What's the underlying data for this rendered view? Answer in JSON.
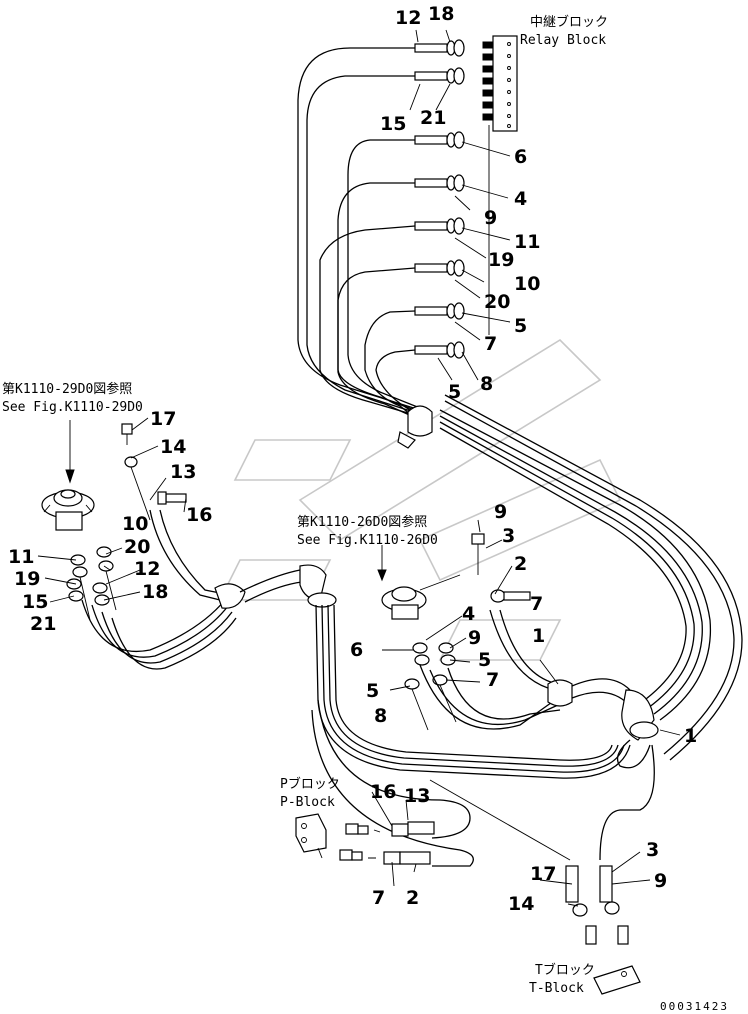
{
  "labels": {
    "relay_block_jp": "中継ブロック",
    "relay_block_en": "Relay Block",
    "see_fig_left_jp": "第K1110-29D0図参照",
    "see_fig_left_en": "See Fig.K1110-29D0",
    "see_fig_mid_jp": "第K1110-26D0図参照",
    "see_fig_mid_en": "See Fig.K1110-26D0",
    "p_block_jp": "Pブロック",
    "p_block_en": "P-Block",
    "t_block_jp": "Tブロック",
    "t_block_en": "T-Block",
    "drawing_number": "00031423"
  },
  "relay_callouts": {
    "n12": "12",
    "n18": "18",
    "n15": "15",
    "n21": "21",
    "n6": "6",
    "n4": "4",
    "n9": "9",
    "n11": "11",
    "n19": "19",
    "n10": "10",
    "n20": "20",
    "n5": "5",
    "n7": "7",
    "n5b": "5",
    "n8": "8"
  },
  "left_callouts": {
    "n17": "17",
    "n14": "14",
    "n13": "13",
    "n16": "16",
    "n10": "10",
    "n20": "20",
    "n12": "12",
    "n18": "18",
    "n11": "11",
    "n19": "19",
    "n15": "15",
    "n21": "21"
  },
  "mid_callouts": {
    "n9": "9",
    "n3": "3",
    "n2": "2",
    "n7": "7",
    "n4": "4",
    "n6": "6",
    "n9b": "9",
    "n5": "5",
    "n5b": "5",
    "n7b": "7",
    "n8": "8",
    "n1": "1",
    "n1b": "1"
  },
  "bottom_callouts": {
    "n16": "16",
    "n13": "13",
    "n7": "7",
    "n2": "2",
    "n17": "17",
    "n14": "14",
    "n3": "3",
    "n9": "9"
  }
}
